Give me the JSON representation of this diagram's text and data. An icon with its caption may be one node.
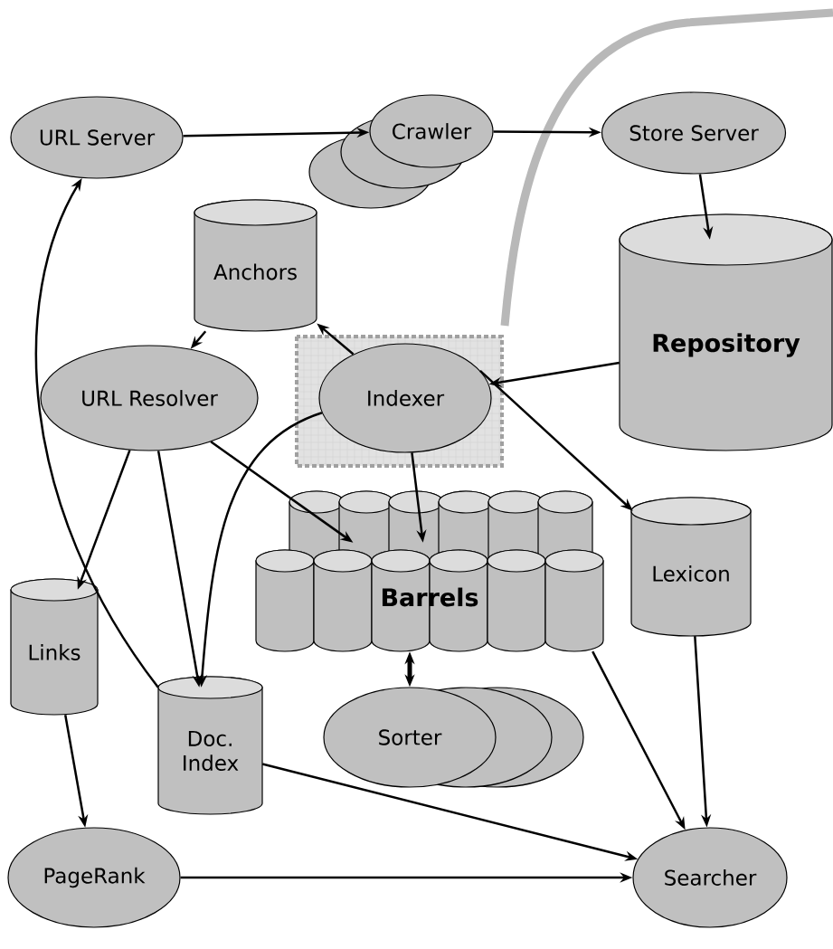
{
  "diagram": {
    "nodes": [
      {
        "text": [
          "URL Server"
        ]
      },
      {
        "text": [
          "Crawler"
        ]
      },
      {
        "text": [
          "Store Server"
        ]
      },
      {
        "text": [
          "Anchors"
        ]
      },
      {
        "text": [
          "Repository"
        ]
      },
      {
        "text": [
          "Indexer"
        ]
      },
      {
        "text": [
          "URL Resolver"
        ]
      },
      {
        "text": [
          "Barrels"
        ]
      },
      {
        "text": [
          "Lexicon"
        ]
      },
      {
        "text": [
          "Links"
        ]
      },
      {
        "text": [
          "Doc. Index"
        ]
      },
      {
        "text": [
          "Sorter"
        ]
      },
      {
        "text": [
          "PageRank"
        ]
      },
      {
        "text": [
          "Searcher"
        ]
      }
    ],
    "edges": [
      {
        "from": 0,
        "to": 1,
        "arrow": "to"
      },
      {
        "from": 1,
        "to": 2,
        "arrow": "to"
      },
      {
        "from": 2,
        "to": 4,
        "arrow": "to"
      },
      {
        "from": 4,
        "to": 5,
        "arrow": "to"
      },
      {
        "from": 5,
        "to": 3,
        "arrow": "to"
      },
      {
        "from": 3,
        "to": 6,
        "arrow": "to"
      },
      {
        "from": 5,
        "to": 7,
        "arrow": "to"
      },
      {
        "from": 5,
        "to": 8,
        "arrow": "to"
      },
      {
        "from": 5,
        "to": 10,
        "arrow": "to"
      },
      {
        "from": 6,
        "to": 9,
        "arrow": "to"
      },
      {
        "from": 6,
        "to": 10,
        "arrow": "to"
      },
      {
        "from": 6,
        "to": 7,
        "arrow": "to"
      },
      {
        "from": 10,
        "to": 0,
        "arrow": "to"
      },
      {
        "from": 9,
        "to": 12,
        "arrow": "to"
      },
      {
        "from": 7,
        "to": 11,
        "arrow": "both",
        "style": "thick"
      },
      {
        "from": 7,
        "to": 13,
        "arrow": "to"
      },
      {
        "from": 8,
        "to": 13,
        "arrow": "to"
      },
      {
        "from": 10,
        "to": 13,
        "arrow": "to"
      },
      {
        "from": 12,
        "to": 13,
        "arrow": "to"
      }
    ]
  }
}
